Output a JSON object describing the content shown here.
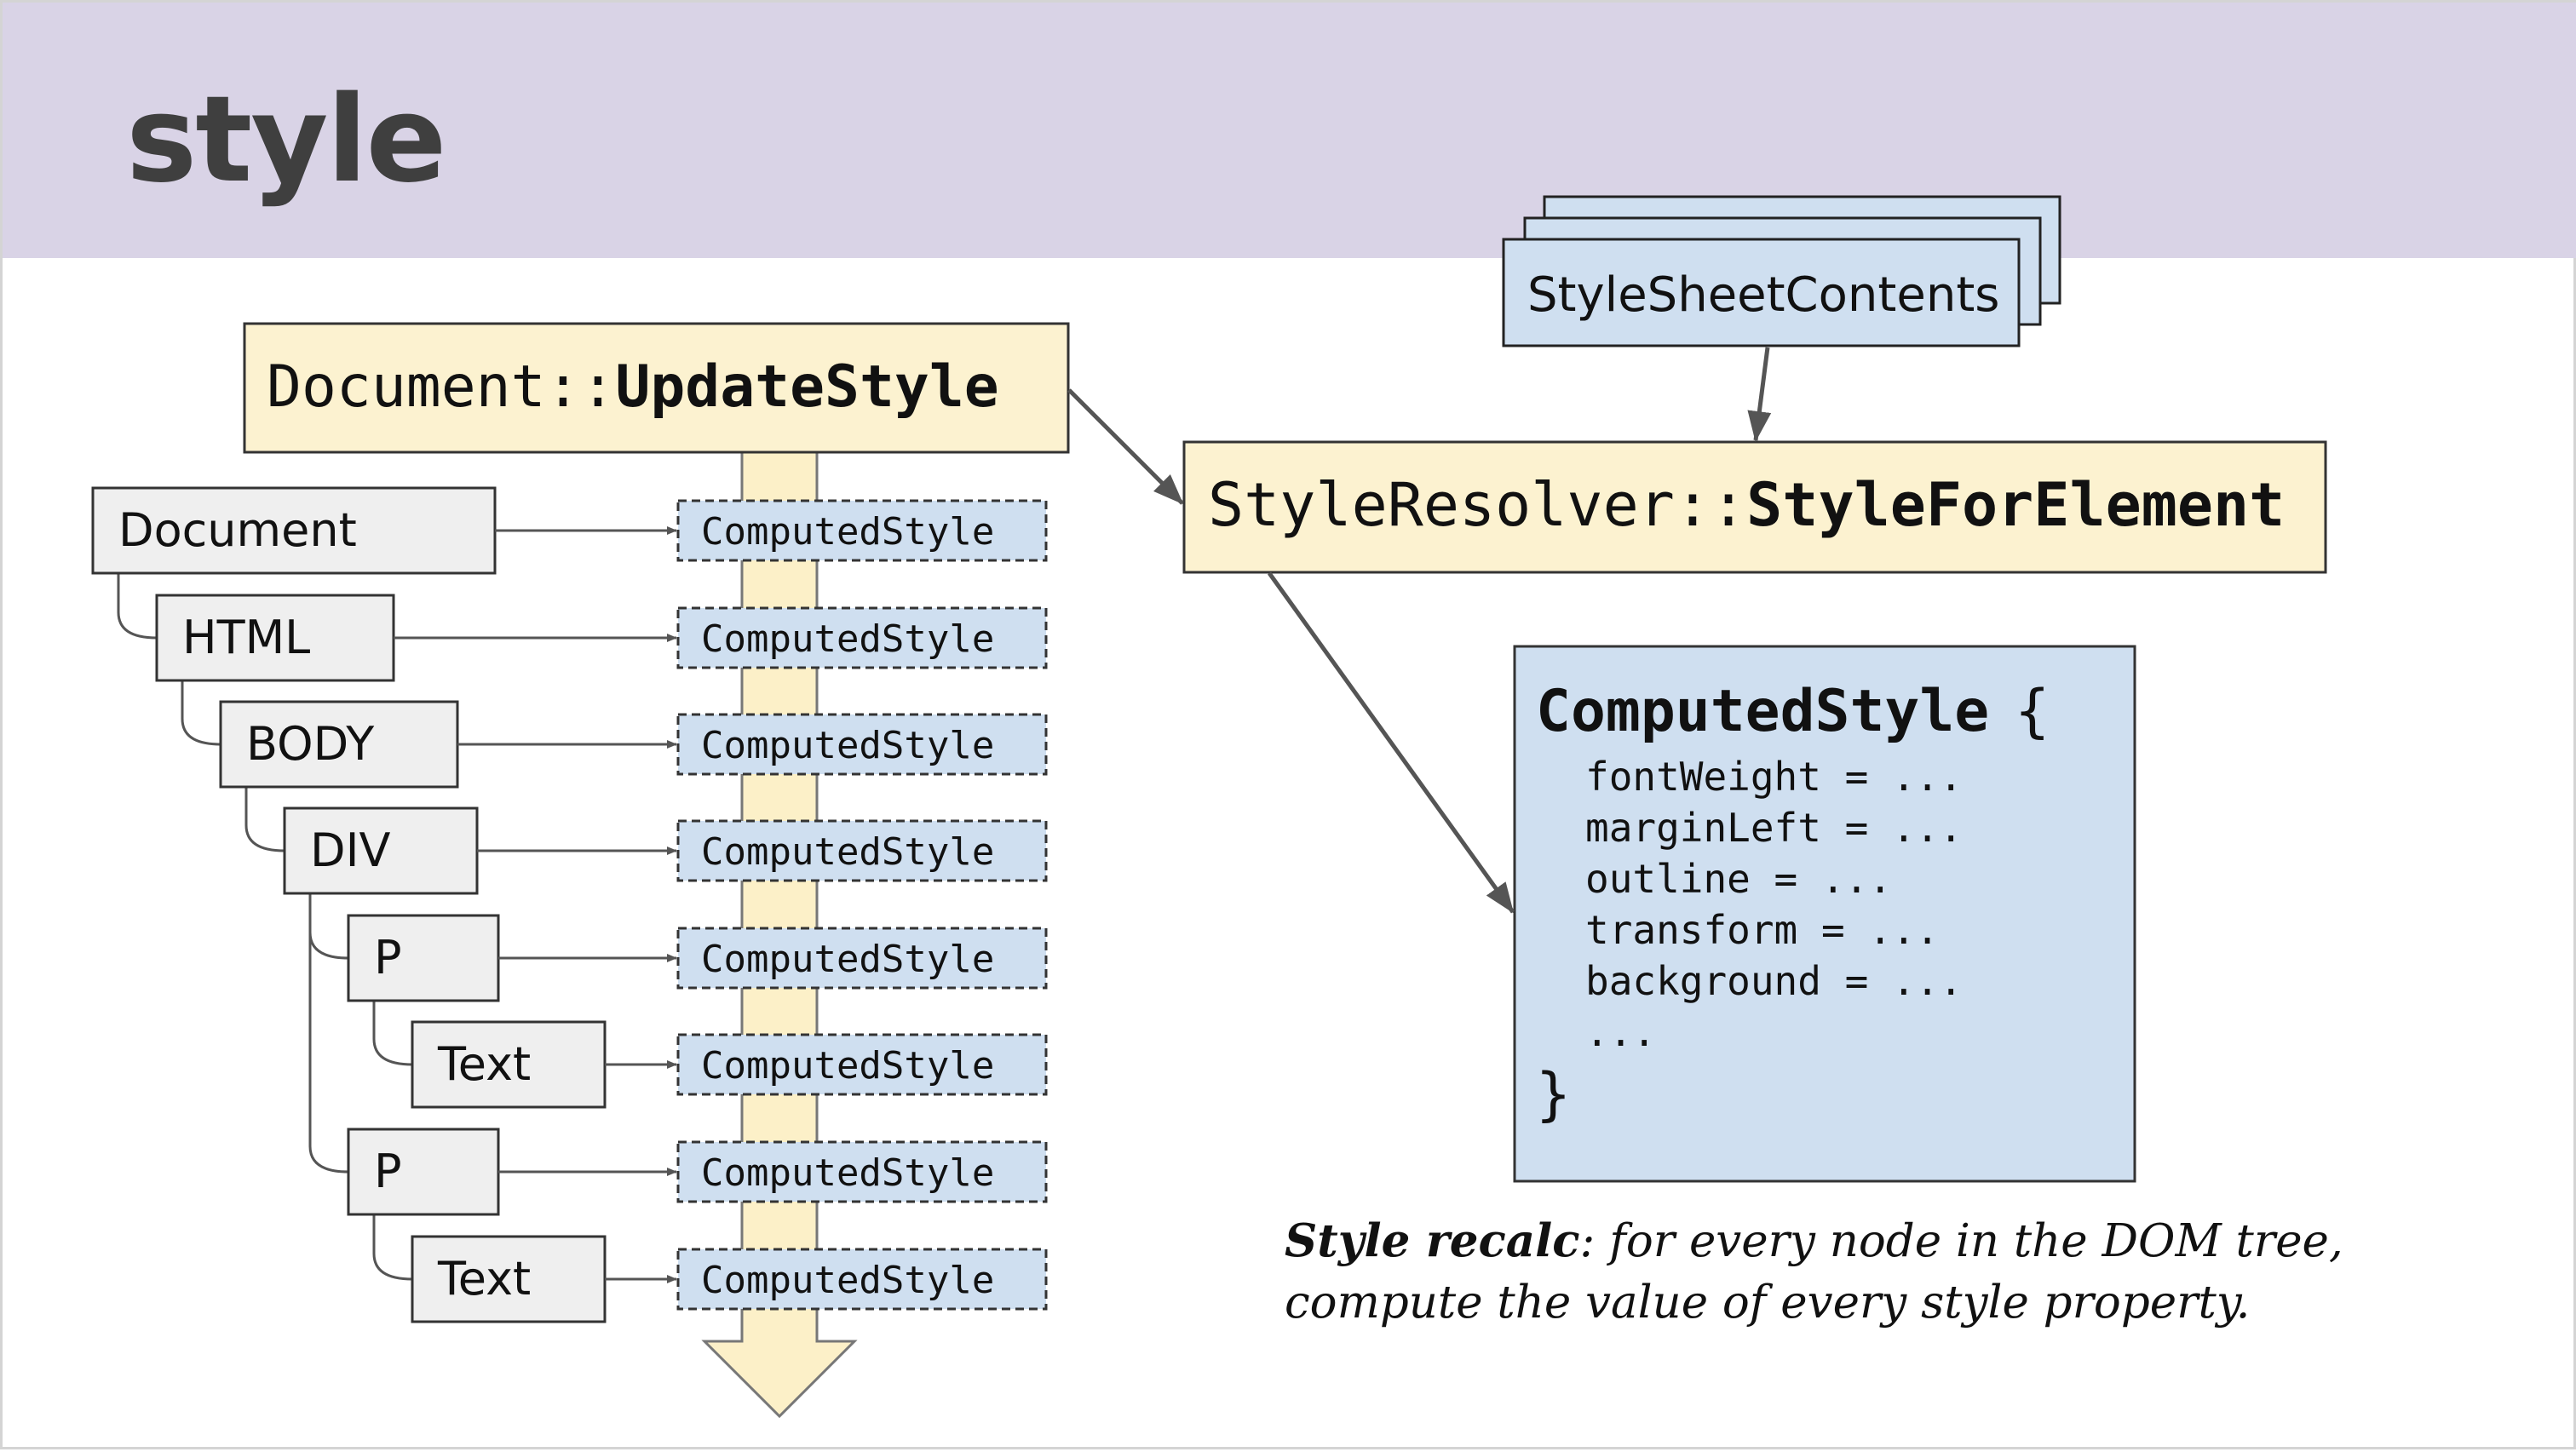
{
  "slide": {
    "title": "style",
    "update_style": {
      "prefix": "Document::",
      "method": "UpdateStyle"
    },
    "style_resolver": {
      "prefix": "StyleResolver::",
      "method": "StyleForElement"
    },
    "stylesheet_contents": "StyleSheetContents",
    "dom_nodes": [
      "Document",
      "HTML",
      "BODY",
      "DIV",
      "P",
      "Text",
      "P",
      "Text"
    ],
    "computed_style_label": "ComputedStyle",
    "computed_style_detail": {
      "heading": "ComputedStyle",
      "open_brace": "{",
      "properties": [
        "fontWeight = ...",
        "marginLeft = ...",
        "outline = ...",
        "transform = ...",
        "background = ...",
        "..."
      ],
      "close_brace": "}"
    },
    "caption": {
      "term": "Style recalc",
      "line1_rest": ": for every node in the DOM tree,",
      "line2": "compute the value of every style property."
    }
  },
  "colors": {
    "header_band": "#d9d3e6",
    "yellow_box": "#fcf2d0",
    "blue_box": "#cfdff0",
    "gray_box": "#efefef",
    "arrow_fill": "#fcf0c8",
    "line": "#555555"
  }
}
